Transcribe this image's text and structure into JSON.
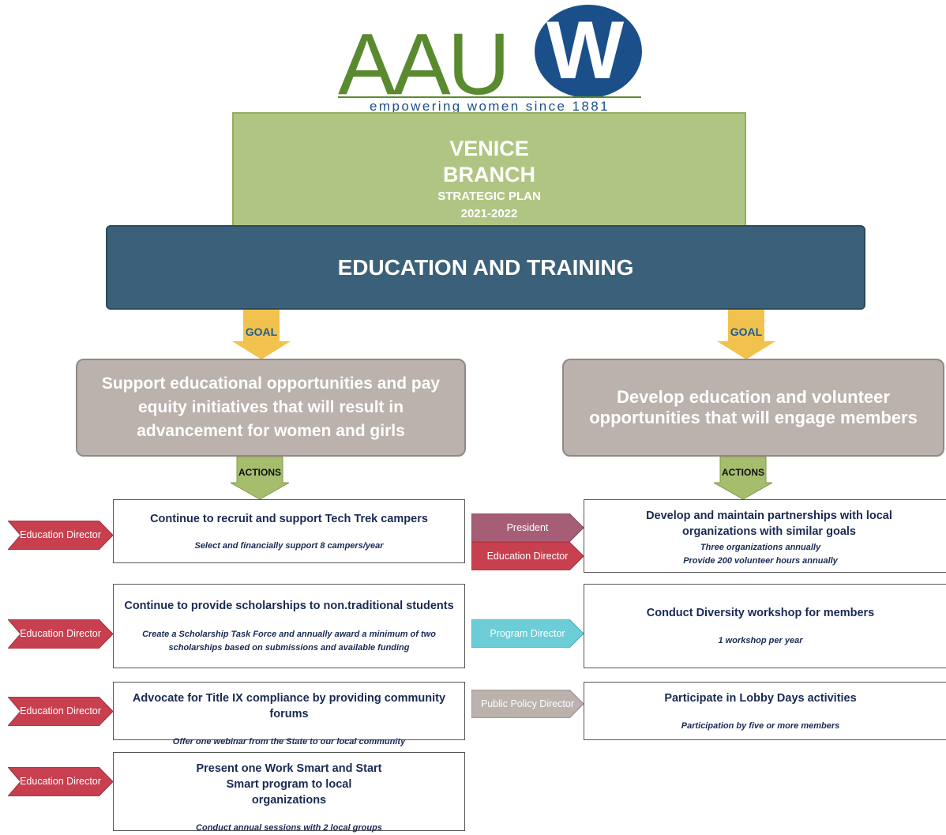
{
  "logo": {
    "letters": "AAU",
    "w_letter": "W",
    "tagline": "empowering women since 1881"
  },
  "title": {
    "line1": "VENICE",
    "line2": "BRANCH",
    "line3": "STRATEGIC PLAN",
    "line4": "2021-2022"
  },
  "banner": "EDUCATION AND TRAINING",
  "goal_label": "GOAL",
  "actions_label": "ACTIONS",
  "goals": {
    "left": "Support educational opportunities and pay equity initiatives that will result in advancement for women and girls",
    "right": "Develop education and volunteer opportunities that will engage members"
  },
  "left_actions": [
    {
      "title": "Continue to recruit and support Tech Trek campers",
      "detail": "Select and financially support 8 campers/year",
      "role": "Education Director"
    },
    {
      "title": "Continue to provide scholarships to non.traditional students",
      "detail": "Create a Scholarship Task Force and annually award a minimum of two scholarships based on submissions and available funding",
      "role": "Education Director"
    },
    {
      "title": "Advocate for Title IX compliance by providing community forums",
      "detail": "Offer one webinar from the State to our local community",
      "role": "Education Director"
    },
    {
      "title": "Present one Work Smart and Start Smart program to local organizations",
      "detail": "Conduct annual sessions with 2 local groups",
      "role": "Education Director"
    }
  ],
  "right_actions": [
    {
      "title": "Develop and maintain partnerships with local organizations with similar goals",
      "detail1": "Three organizations annually",
      "detail2": "Provide 200 volunteer hours annually",
      "role1": "President",
      "role2": "Education Director"
    },
    {
      "title": "Conduct Diversity workshop for members",
      "detail": "1 workshop per year",
      "role": "Program Director"
    },
    {
      "title": "Participate in Lobby Days activities",
      "detail": "Participation by five or more members",
      "role": "Public Policy Director"
    }
  ],
  "colors": {
    "green": "#b0c583",
    "banner": "#3a6179",
    "goal_box": "#bbb1ad",
    "goal_arrow": "#f2c24e",
    "actions_arrow": "#a6bd6e",
    "role_red": "#c8404f",
    "role_mauve": "#a65e77",
    "role_cyan": "#6ccdd7",
    "role_grey": "#bbb1ad"
  }
}
